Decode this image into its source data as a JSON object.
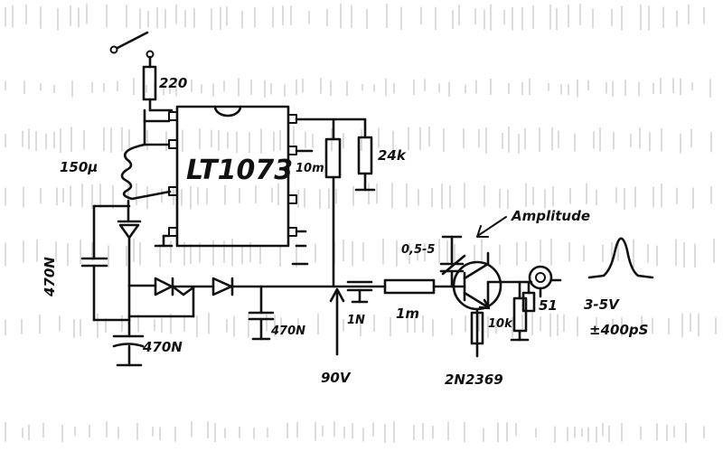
{
  "schematic": {
    "chip": "LT1073",
    "labels": {
      "r_top": "220",
      "inductor": "150µ",
      "r_mid": "10m",
      "r_right": "24k",
      "cap_left": "470N",
      "cap_bottom_left": "470N",
      "cap_mid": "470N",
      "cap_1n": "1N",
      "r_series": "1m",
      "voltage": "90V",
      "trimmer": "0,5-5",
      "amplitude": "Amplitude",
      "transistor": "2N2369",
      "r_emitter": "10k",
      "r_load": "51",
      "pulse_amp": "3-5V",
      "pulse_width": "±400pS"
    }
  }
}
